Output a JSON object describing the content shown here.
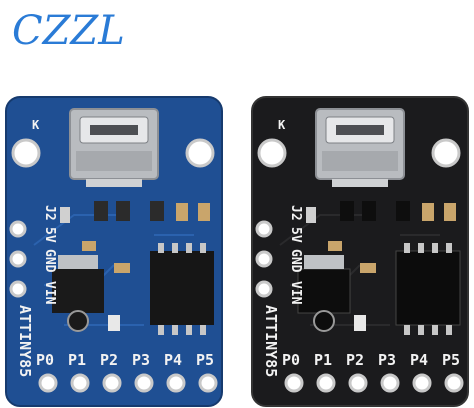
{
  "brand": {
    "logo_text": "CZZL",
    "color": "#2a7bd6"
  },
  "boards": [
    {
      "id": "blue",
      "pcb_color": "#1f4f93",
      "corner_label": "K",
      "pin_labels": [
        "P0",
        "P1",
        "P2",
        "P3",
        "P4",
        "P5"
      ],
      "side_labels": [
        "J2",
        "5V",
        "GND",
        "VIN"
      ],
      "chip_label": "ATTINY85"
    },
    {
      "id": "black",
      "pcb_color": "#1b1b1d",
      "corner_label": "K",
      "pin_labels": [
        "P0",
        "P1",
        "P2",
        "P3",
        "P4",
        "P5"
      ],
      "side_labels": [
        "J2",
        "5V",
        "GND",
        "VIN"
      ],
      "chip_label": "ATTINY85"
    }
  ]
}
